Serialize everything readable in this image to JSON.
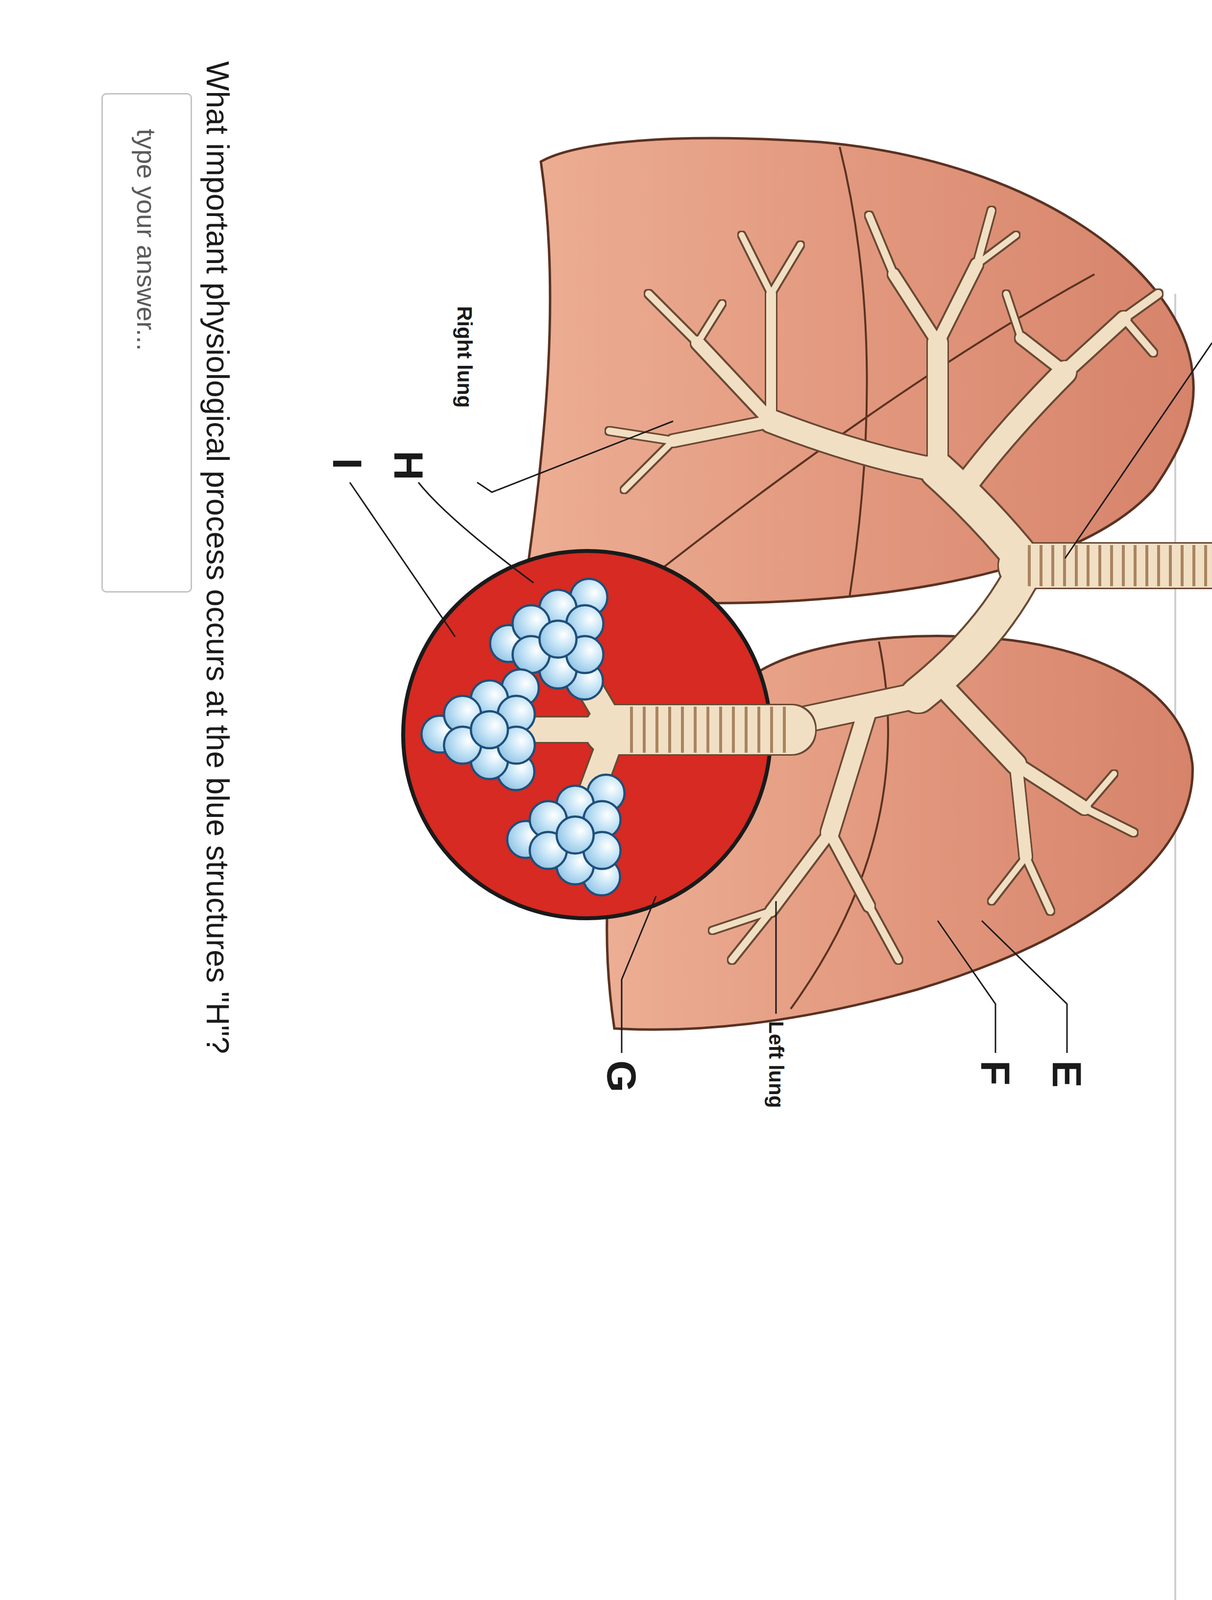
{
  "diagram": {
    "nodes": [
      {
        "text": [
          "type your answer..."
        ]
      }
    ],
    "labels": [
      "E",
      "F",
      "Left lung",
      "G",
      "Right lung",
      "H",
      "I",
      "What important physiological process occurs at the blue structures \"H\"?"
    ]
  }
}
